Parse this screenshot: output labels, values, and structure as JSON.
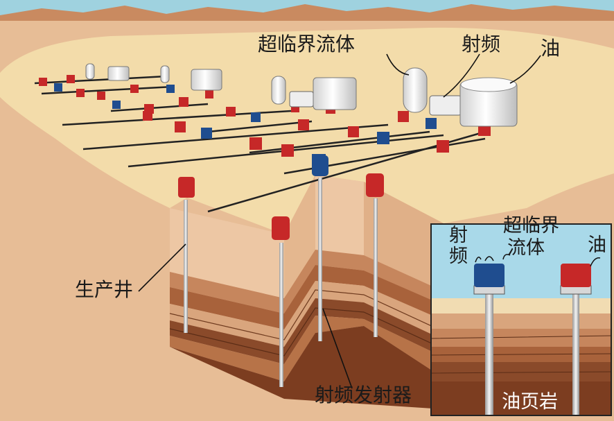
{
  "labels": {
    "supercritical_fluid": "超临界流体",
    "radio_frequency": "射频",
    "oil": "油",
    "production_well": "生产井",
    "rf_emitter": "射频发射器"
  },
  "inset": {
    "radio_frequency_line1": "射",
    "radio_frequency_line2": "频",
    "supercritical_line1": "超临界",
    "supercritical_line2": "流体",
    "oil": "油",
    "oil_shale": "油页岩"
  },
  "colors": {
    "sky": "#9fd2df",
    "desert": "#e7bd96",
    "plateau": "#f3dcaa",
    "red_well": "#c62828",
    "blue_emitter": "#1f4d8f",
    "strata": [
      "#edc7a4",
      "#d9a57d",
      "#c6865d",
      "#a8623b",
      "#8a4a2a",
      "#b77348",
      "#7c3d20"
    ]
  }
}
